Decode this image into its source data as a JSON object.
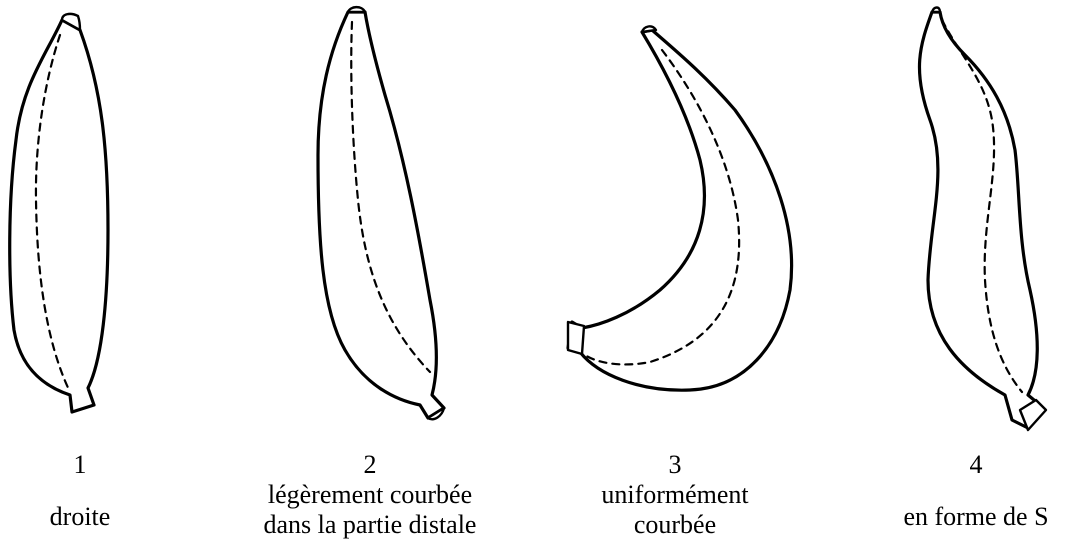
{
  "shapes": [
    {
      "number": "1",
      "lines": [
        "droite"
      ]
    },
    {
      "number": "2",
      "lines": [
        "légèrement courbée",
        "dans la partie distale"
      ]
    },
    {
      "number": "3",
      "lines": [
        "uniformément",
        "courbée"
      ]
    },
    {
      "number": "4",
      "lines": [
        "en forme de S"
      ]
    }
  ]
}
